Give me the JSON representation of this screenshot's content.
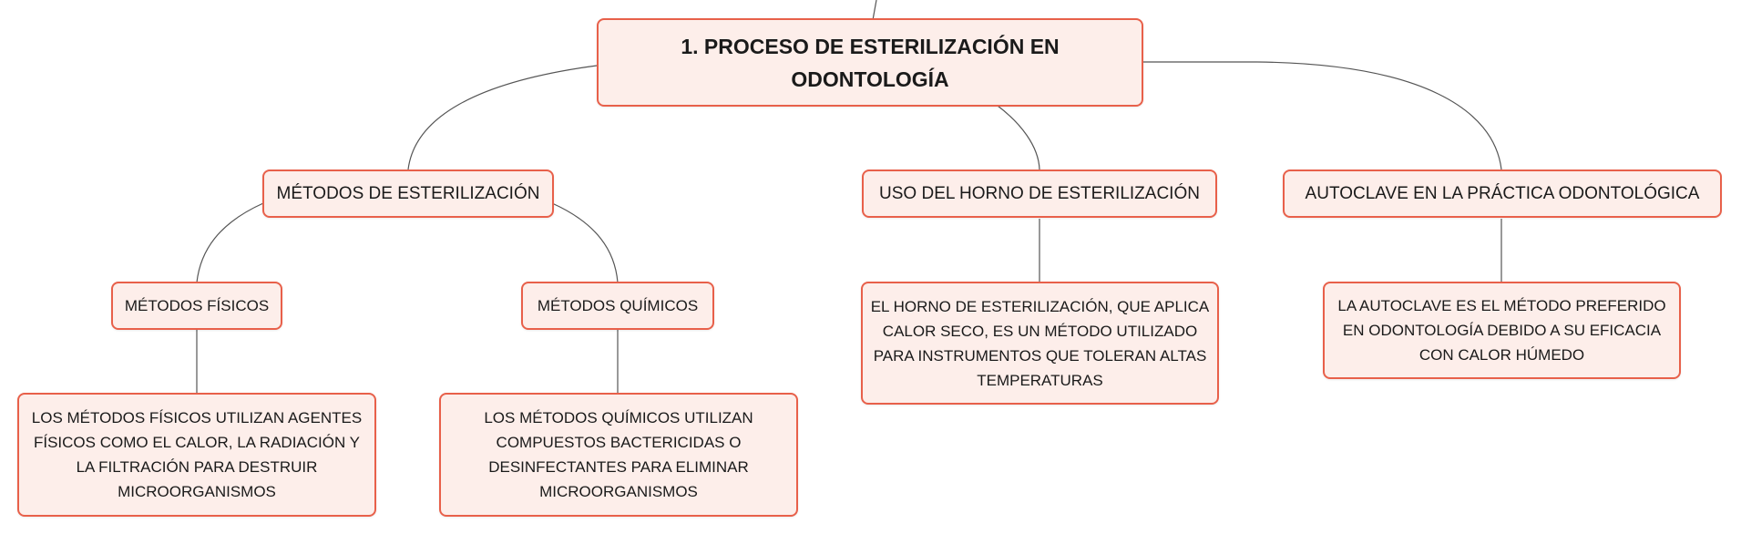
{
  "diagram": {
    "root": {
      "label": "1. PROCESO DE ESTERILIZACIÓN EN ODONTOLOGÍA"
    },
    "branches": {
      "metodos": {
        "label": "MÉTODOS DE ESTERILIZACIÓN"
      },
      "horno": {
        "label": "USO DEL HORNO DE ESTERILIZACIÓN"
      },
      "autoclave": {
        "label": "AUTOCLAVE EN LA PRÁCTICA ODONTOLÓGICA"
      }
    },
    "sub_branches": {
      "fisicos": {
        "label": "MÉTODOS FÍSICOS"
      },
      "quimicos": {
        "label": "MÉTODOS QUÍMICOS"
      }
    },
    "descriptions": {
      "fisicos": "LOS MÉTODOS FÍSICOS UTILIZAN AGENTES FÍSICOS COMO EL CALOR, LA RADIACIÓN Y LA FILTRACIÓN PARA DESTRUIR MICROORGANISMOS",
      "quimicos": "LOS MÉTODOS QUÍMICOS UTILIZAN COMPUESTOS BACTERICIDAS O DESINFECTANTES PARA ELIMINAR MICROORGANISMOS",
      "horno": "EL HORNO DE ESTERILIZACIÓN, QUE APLICA CALOR SECO, ES UN MÉTODO UTILIZADO PARA INSTRUMENTOS QUE TOLERAN ALTAS TEMPERATURAS",
      "autoclave": "LA AUTOCLAVE ES EL MÉTODO PREFERIDO EN ODONTOLOGÍA DEBIDO A SU EFICACIA CON CALOR HÚMEDO"
    }
  },
  "colors": {
    "node_fill": "#fdeeea",
    "node_border": "#e8604a",
    "connector": "#555555",
    "text": "#1a1a1a"
  }
}
